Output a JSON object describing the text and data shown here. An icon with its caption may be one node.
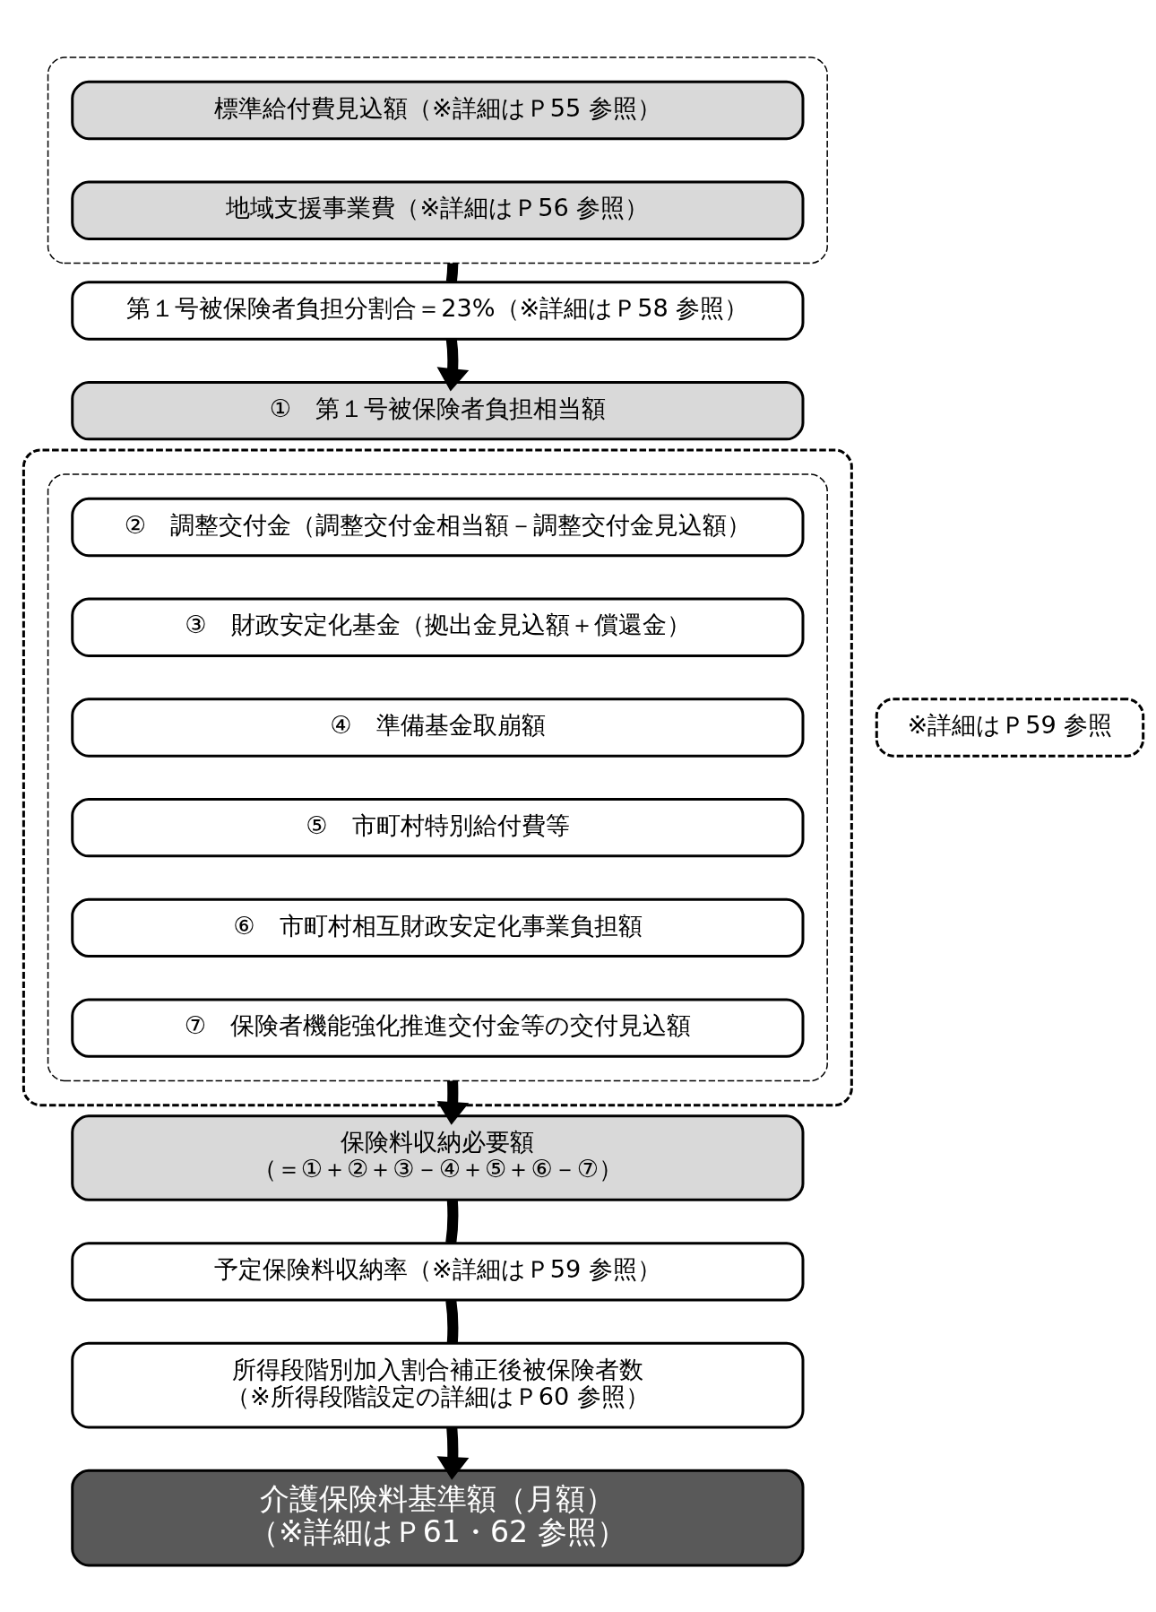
{
  "diagram": {
    "nodes": [
      {
        "text": [],
        "shape": "box"
      },
      {
        "text": [
          "標準給付費見込額（※詳細はＰ55 参照）"
        ],
        "in": 0
      },
      {
        "text": [
          "地域支援事業費（※詳細はＰ56 参照）"
        ],
        "in": 0
      },
      {
        "text": [
          "第１号被保険者負担分割合＝23%（※詳細はＰ58 参照）"
        ]
      },
      {
        "text": [
          "①　第１号被保険者負担相当額"
        ]
      },
      {
        "text": [],
        "shape": "ellipse"
      },
      {
        "text": [],
        "shape": "box",
        "in": 5
      },
      {
        "text": [
          "②　調整交付金（調整交付金相当額－調整交付金見込額）"
        ],
        "in": 6
      },
      {
        "text": [
          "③　財政安定化基金（拠出金見込額＋償還金）"
        ],
        "in": 6
      },
      {
        "text": [
          "④　準備基金取崩額"
        ],
        "in": 6
      },
      {
        "text": [
          "⑤　市町村特別給付費等"
        ],
        "in": 6
      },
      {
        "text": [
          "⑥　市町村相互財政安定化事業負担額"
        ],
        "in": 6
      },
      {
        "text": [
          "⑦　保険者機能強化推進交付金等の交付見込額"
        ],
        "in": 6
      },
      {
        "text": [
          "※詳細はＰ59 参照"
        ]
      },
      {
        "text": [
          "保険料収納必要額",
          "（＝①＋②＋③－④＋⑤＋⑥－⑦）"
        ]
      },
      {
        "text": [
          "予定保険料収納率（※詳細はＰ59 参照）"
        ]
      },
      {
        "text": [
          "所得段階別加入割合補正後被保険者数",
          "（※所得段階設定の詳細はＰ60 参照）"
        ]
      },
      {
        "text": [
          "介護保険料基準額（月額）",
          "（※詳細はＰ61・62 参照）"
        ]
      }
    ],
    "edges": [
      {
        "from": 0,
        "to": 3,
        "arrow": "none"
      },
      {
        "from": 3,
        "to": 4,
        "arrow": "to"
      },
      {
        "from": 6,
        "to": 14,
        "arrow": "to"
      },
      {
        "from": 14,
        "to": 15,
        "arrow": "none"
      },
      {
        "from": 15,
        "to": 16,
        "arrow": "none"
      },
      {
        "from": 16,
        "to": 17,
        "arrow": "to"
      }
    ]
  }
}
